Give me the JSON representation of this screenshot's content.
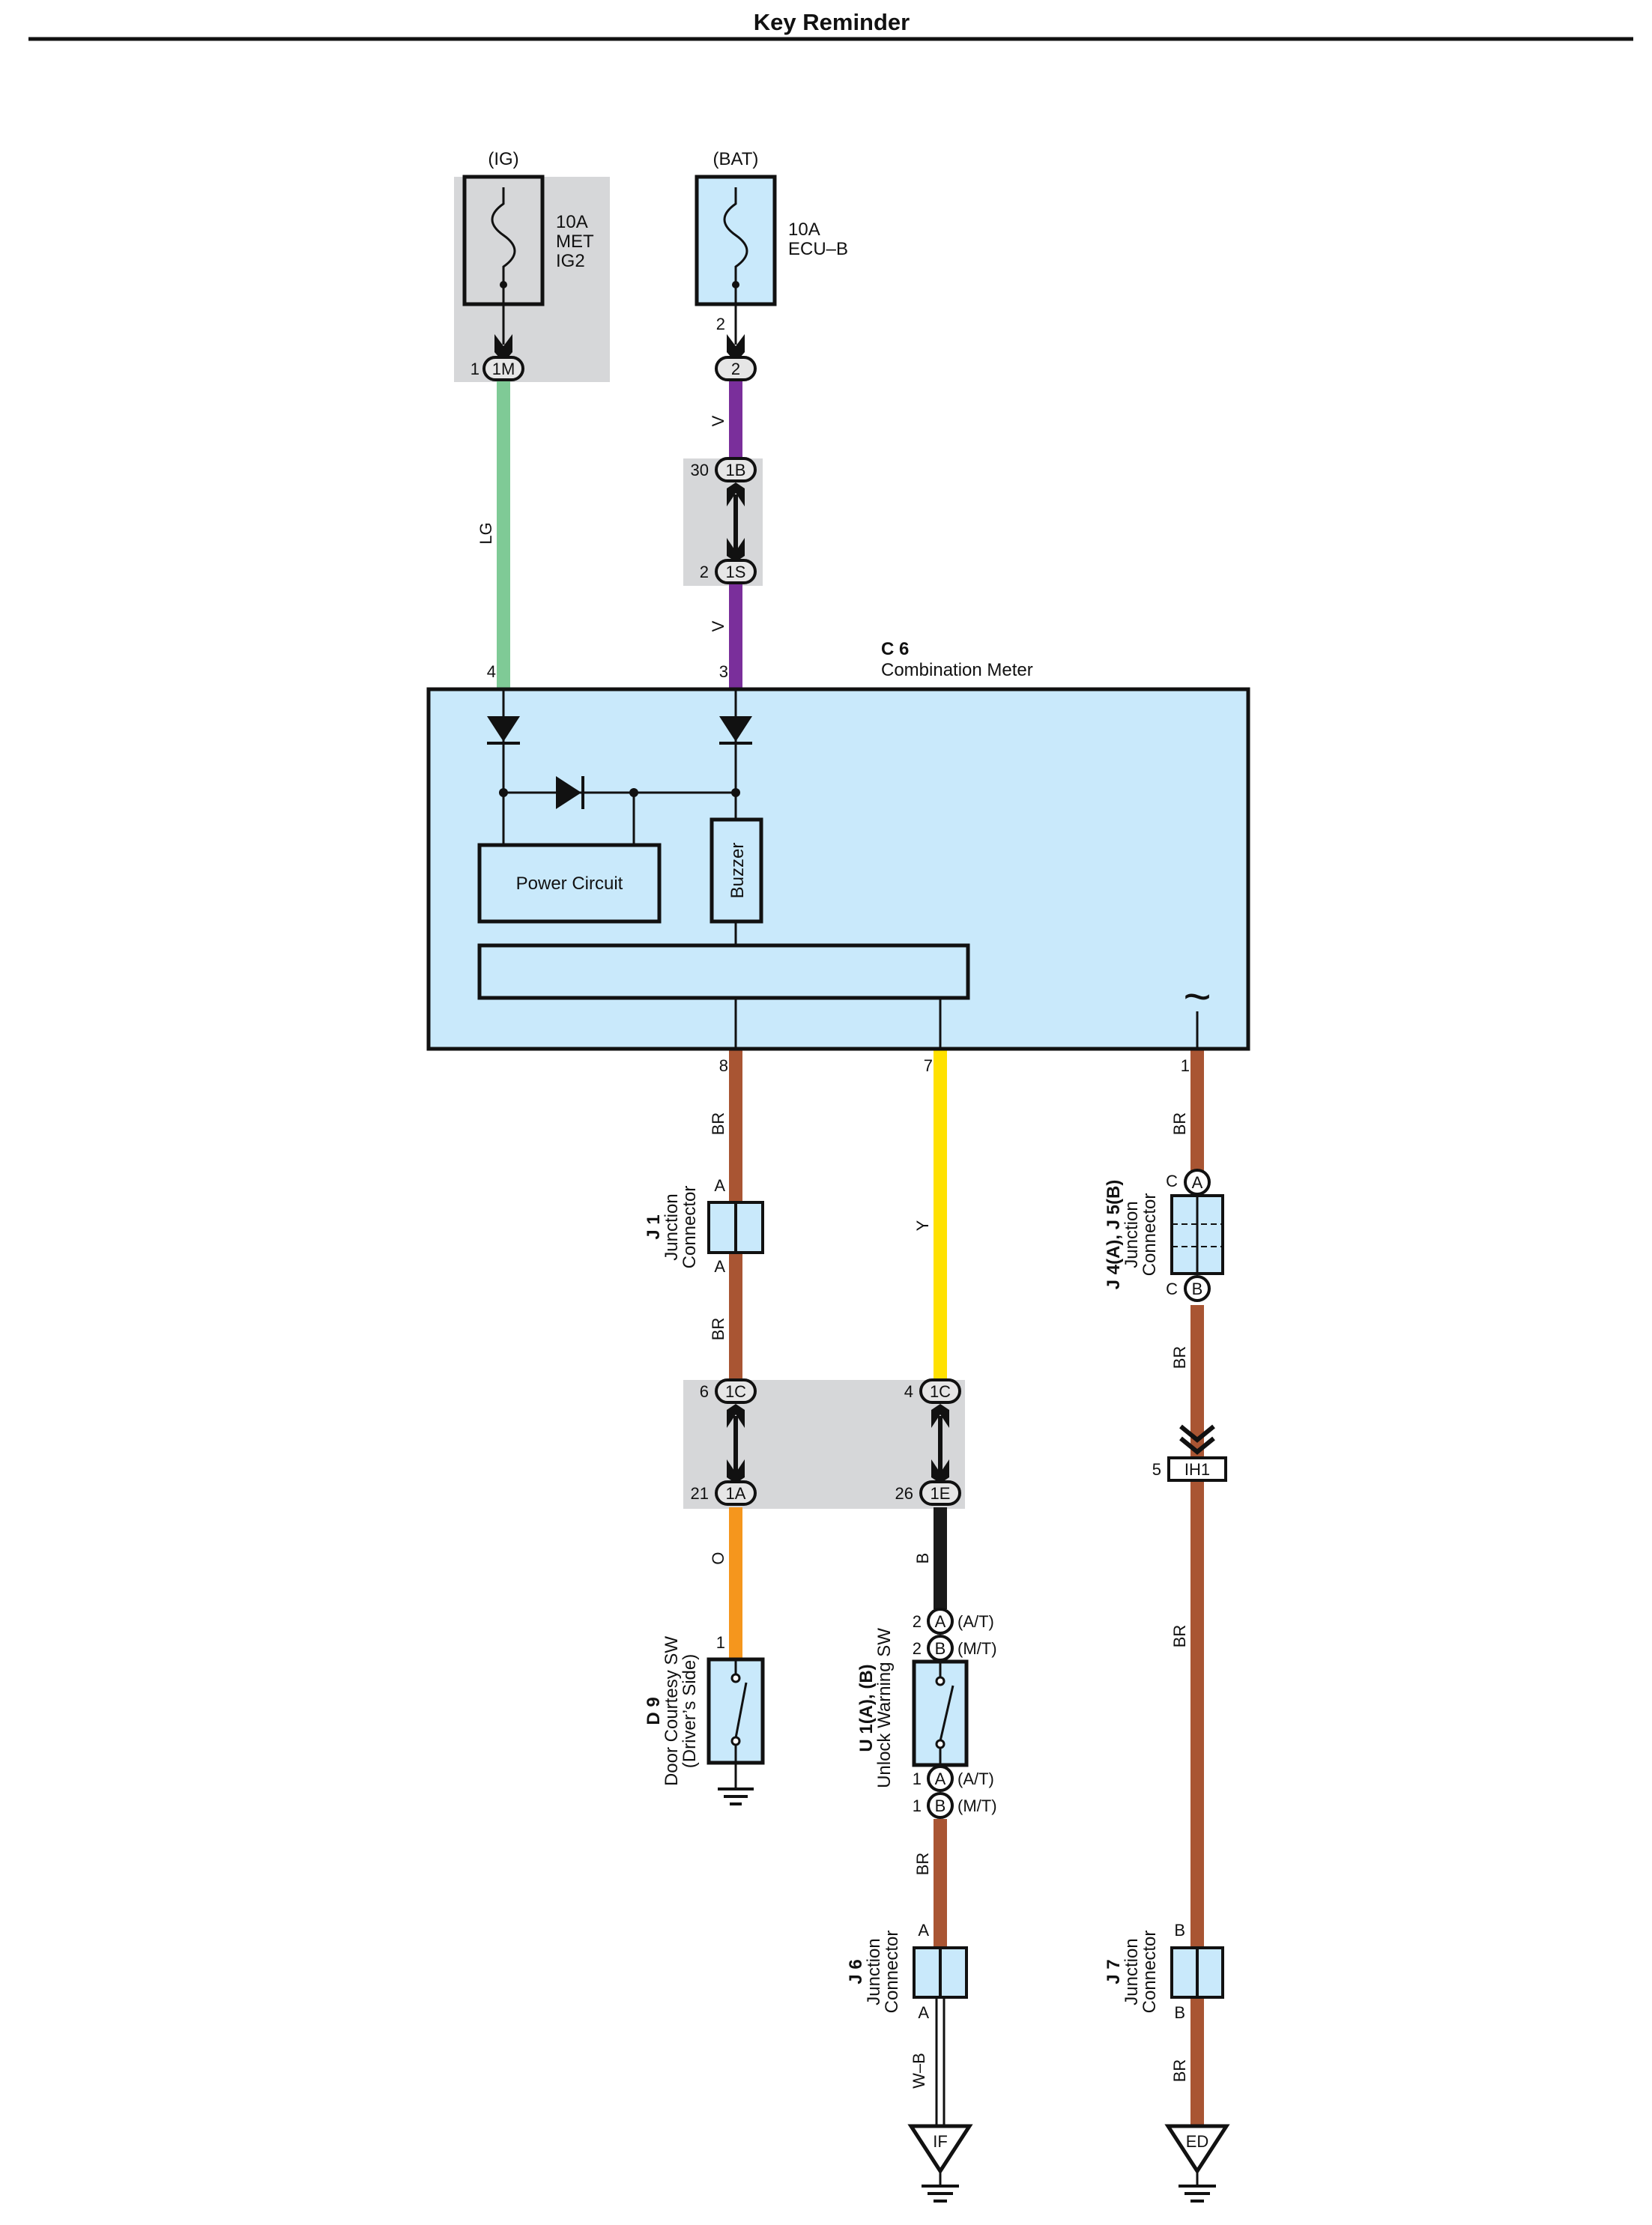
{
  "title": "Key Reminder",
  "colors": {
    "LG": "#7fca96",
    "V": "#7a2f9b",
    "BR": "#a95533",
    "Y": "#ffe100",
    "O": "#f5961d",
    "B": "#1a1a1a",
    "W-B": "#555555",
    "component_fill": "#c9e9fb",
    "junction_block_fill": "#d6d7d9"
  },
  "fuses": {
    "ig": {
      "source": "(IG)",
      "rating": "10A",
      "name_line1": "MET",
      "name_line2": "IG2"
    },
    "bat": {
      "source": "(BAT)",
      "rating": "10A",
      "name": "ECU–B"
    }
  },
  "connectors": {
    "ig_1m": {
      "pin": "1",
      "code": "1M"
    },
    "bat_top": {
      "pin": "2",
      "code": "2",
      "pin_above": "2"
    },
    "bat_1b": {
      "pin": "30",
      "code": "1B"
    },
    "bat_1s": {
      "pin": "2",
      "code": "1S"
    },
    "br_1c": {
      "pin": "6",
      "code": "1C"
    },
    "br_1a": {
      "pin": "21",
      "code": "1A"
    },
    "y_1c": {
      "pin": "4",
      "code": "1C"
    },
    "y_1e": {
      "pin": "26",
      "code": "1E"
    },
    "ih1": {
      "pin": "5",
      "code": "IH1"
    }
  },
  "wires": {
    "lg": "LG",
    "v_upper": "V",
    "v_lower": "V",
    "br_meter": "BR",
    "br_j1": "BR",
    "o": "O",
    "y": "Y",
    "b": "B",
    "br_u1": "BR",
    "wb": "W–B",
    "br_right_top": "BR",
    "br_right_mid": "BR",
    "br_right_low": "BR",
    "br_right_bot": "BR"
  },
  "meter": {
    "id": "C 6",
    "name": "Combination Meter",
    "pin_ig": "4",
    "pin_bat": "3",
    "pin_door": "8",
    "pin_unlock": "7",
    "pin_comm": "1",
    "power_circuit": "Power Circuit",
    "buzzer": "Buzzer",
    "comm_symbol": "~"
  },
  "j1": {
    "id": "J 1",
    "line1": "Junction",
    "line2": "Connector",
    "pin_top": "A",
    "pin_bottom": "A"
  },
  "j45": {
    "id": "J 4(A), J 5(B)",
    "line1": "Junction",
    "line2": "Connector",
    "pin_top": "C",
    "pin_top_code": "A",
    "pin_bottom": "C",
    "pin_bottom_code": "B"
  },
  "d9": {
    "id": "D 9",
    "line1": "Door Courtesy SW",
    "line2": "(Driver’s Side)",
    "pin": "1"
  },
  "u1": {
    "id": "U 1(A), (B)",
    "name": "Unlock Warning SW",
    "top_pins": [
      {
        "pin": "2",
        "code": "A",
        "variant": "(A/T)"
      },
      {
        "pin": "2",
        "code": "B",
        "variant": "(M/T)"
      }
    ],
    "bottom_pins": [
      {
        "pin": "1",
        "code": "A",
        "variant": "(A/T)"
      },
      {
        "pin": "1",
        "code": "B",
        "variant": "(M/T)"
      }
    ]
  },
  "j6": {
    "id": "J 6",
    "line1": "Junction",
    "line2": "Connector",
    "pin_top": "A",
    "pin_bottom": "A"
  },
  "j7": {
    "id": "J 7",
    "line1": "Junction",
    "line2": "Connector",
    "pin_top": "B",
    "pin_bottom": "B"
  },
  "grounds": {
    "if": "IF",
    "ed": "ED"
  }
}
